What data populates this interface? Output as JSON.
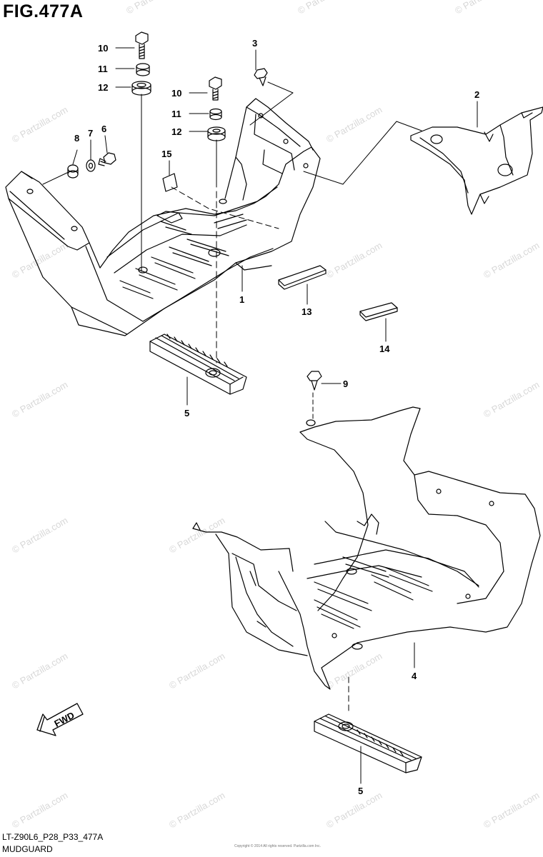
{
  "figure": {
    "title": "FIG.477A",
    "code": "LT-Z90L6_P28_P33_477A",
    "name": "MUDGUARD",
    "fine_print": "Copyright © 2014 All rights reserved. Partzilla.com Inc."
  },
  "fwd_label": "FWD",
  "watermark": {
    "text": "© Partzilla.com",
    "color": "#d8d8d8"
  },
  "callouts": [
    {
      "id": "c10a",
      "label": "10"
    },
    {
      "id": "c11a",
      "label": "11"
    },
    {
      "id": "c12a",
      "label": "12"
    },
    {
      "id": "c3",
      "label": "3"
    },
    {
      "id": "c10b",
      "label": "10"
    },
    {
      "id": "c11b",
      "label": "11"
    },
    {
      "id": "c12b",
      "label": "12"
    },
    {
      "id": "c2",
      "label": "2"
    },
    {
      "id": "c8",
      "label": "8"
    },
    {
      "id": "c7",
      "label": "7"
    },
    {
      "id": "c6",
      "label": "6"
    },
    {
      "id": "c15",
      "label": "15"
    },
    {
      "id": "c1",
      "label": "1"
    },
    {
      "id": "c13",
      "label": "13"
    },
    {
      "id": "c14",
      "label": "14"
    },
    {
      "id": "c5a",
      "label": "5"
    },
    {
      "id": "c9",
      "label": "9"
    },
    {
      "id": "c4",
      "label": "4"
    },
    {
      "id": "c5b",
      "label": "5"
    }
  ]
}
